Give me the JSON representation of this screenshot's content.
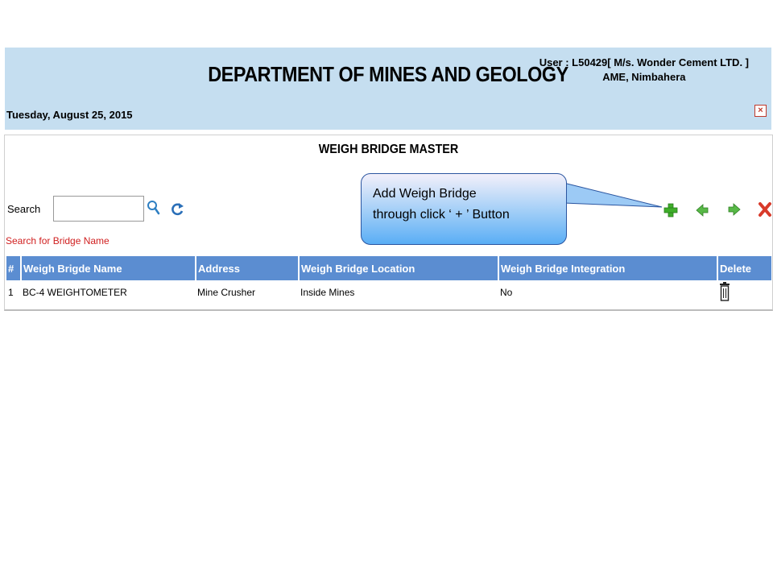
{
  "header": {
    "title": "DEPARTMENT OF MINES AND GEOLOGY",
    "user_line1": "User : L50429[ M/s. Wonder Cement LTD. ]",
    "user_line2": "AME, Nimbahera",
    "date": "Tuesday, August 25, 2015",
    "close_label": "×"
  },
  "panel": {
    "title": "WEIGH BRIDGE MASTER",
    "search_label": "Search",
    "search_value": "",
    "search_hint": "Search for Bridge Name"
  },
  "table": {
    "columns": [
      "#",
      "Weigh Brigde Name",
      "Address",
      "Weigh Bridge Location",
      "Weigh Bridge Integration",
      "Delete"
    ],
    "rows": [
      {
        "num": "1",
        "name": "BC-4 WEIGHTOMETER",
        "address": "Mine Crusher",
        "location": "Inside Mines",
        "integration": "No"
      }
    ]
  },
  "callout": {
    "line1": "Add Weigh Bridge",
    "line2": "through click ‘ + ’ Button"
  },
  "colors": {
    "header_bg": "#c5def0",
    "table_header_bg": "#5b8dd1",
    "hint_text": "#d02020",
    "add_green": "#3fae2a",
    "delete_red": "#d83a2a"
  }
}
